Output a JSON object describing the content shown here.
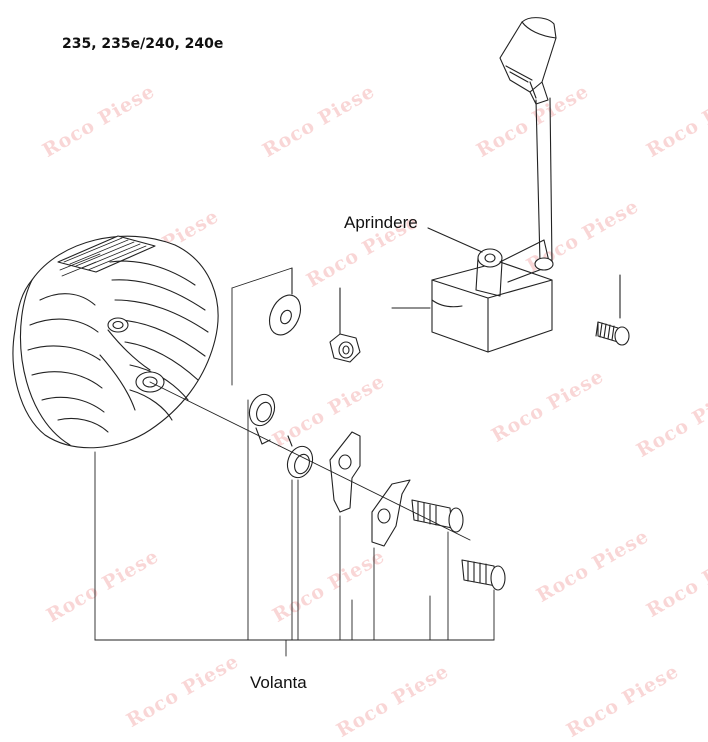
{
  "header": {
    "model_text": "235, 235e/240, 240e"
  },
  "labels": {
    "ignition": "Aprindere",
    "flywheel": "Volanta"
  },
  "watermark": {
    "text": "Roco Piese",
    "color": "#eb7878"
  }
}
